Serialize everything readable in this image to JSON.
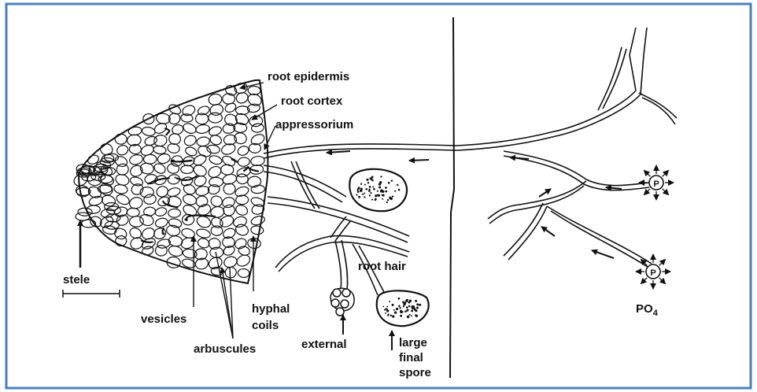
{
  "colors": {
    "frame": "#4a7fb8",
    "ink": "#111111",
    "background": "#ffffff"
  },
  "labels": {
    "root_epidermis": "root epidermis",
    "root_cortex": "root cortex",
    "appressorium": "appressorium",
    "stele": "stele",
    "root_hair": "root hair",
    "vesicles": "vesicles",
    "hyphal": "hyphal",
    "coils": "coils",
    "arbuscules": "arbuscules",
    "external": "external",
    "large": "large",
    "final": "final",
    "spore": "spore",
    "po4_main": "PO",
    "po4_sub": "4",
    "phosphate_symbol": "P"
  }
}
